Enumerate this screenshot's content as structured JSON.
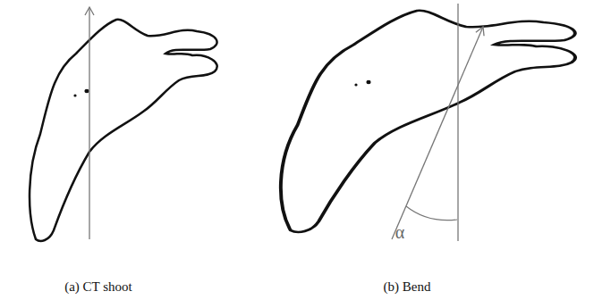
{
  "diagram": {
    "labels": [
      "α",
      "(a) CT shoot",
      "(b) Bend"
    ]
  }
}
